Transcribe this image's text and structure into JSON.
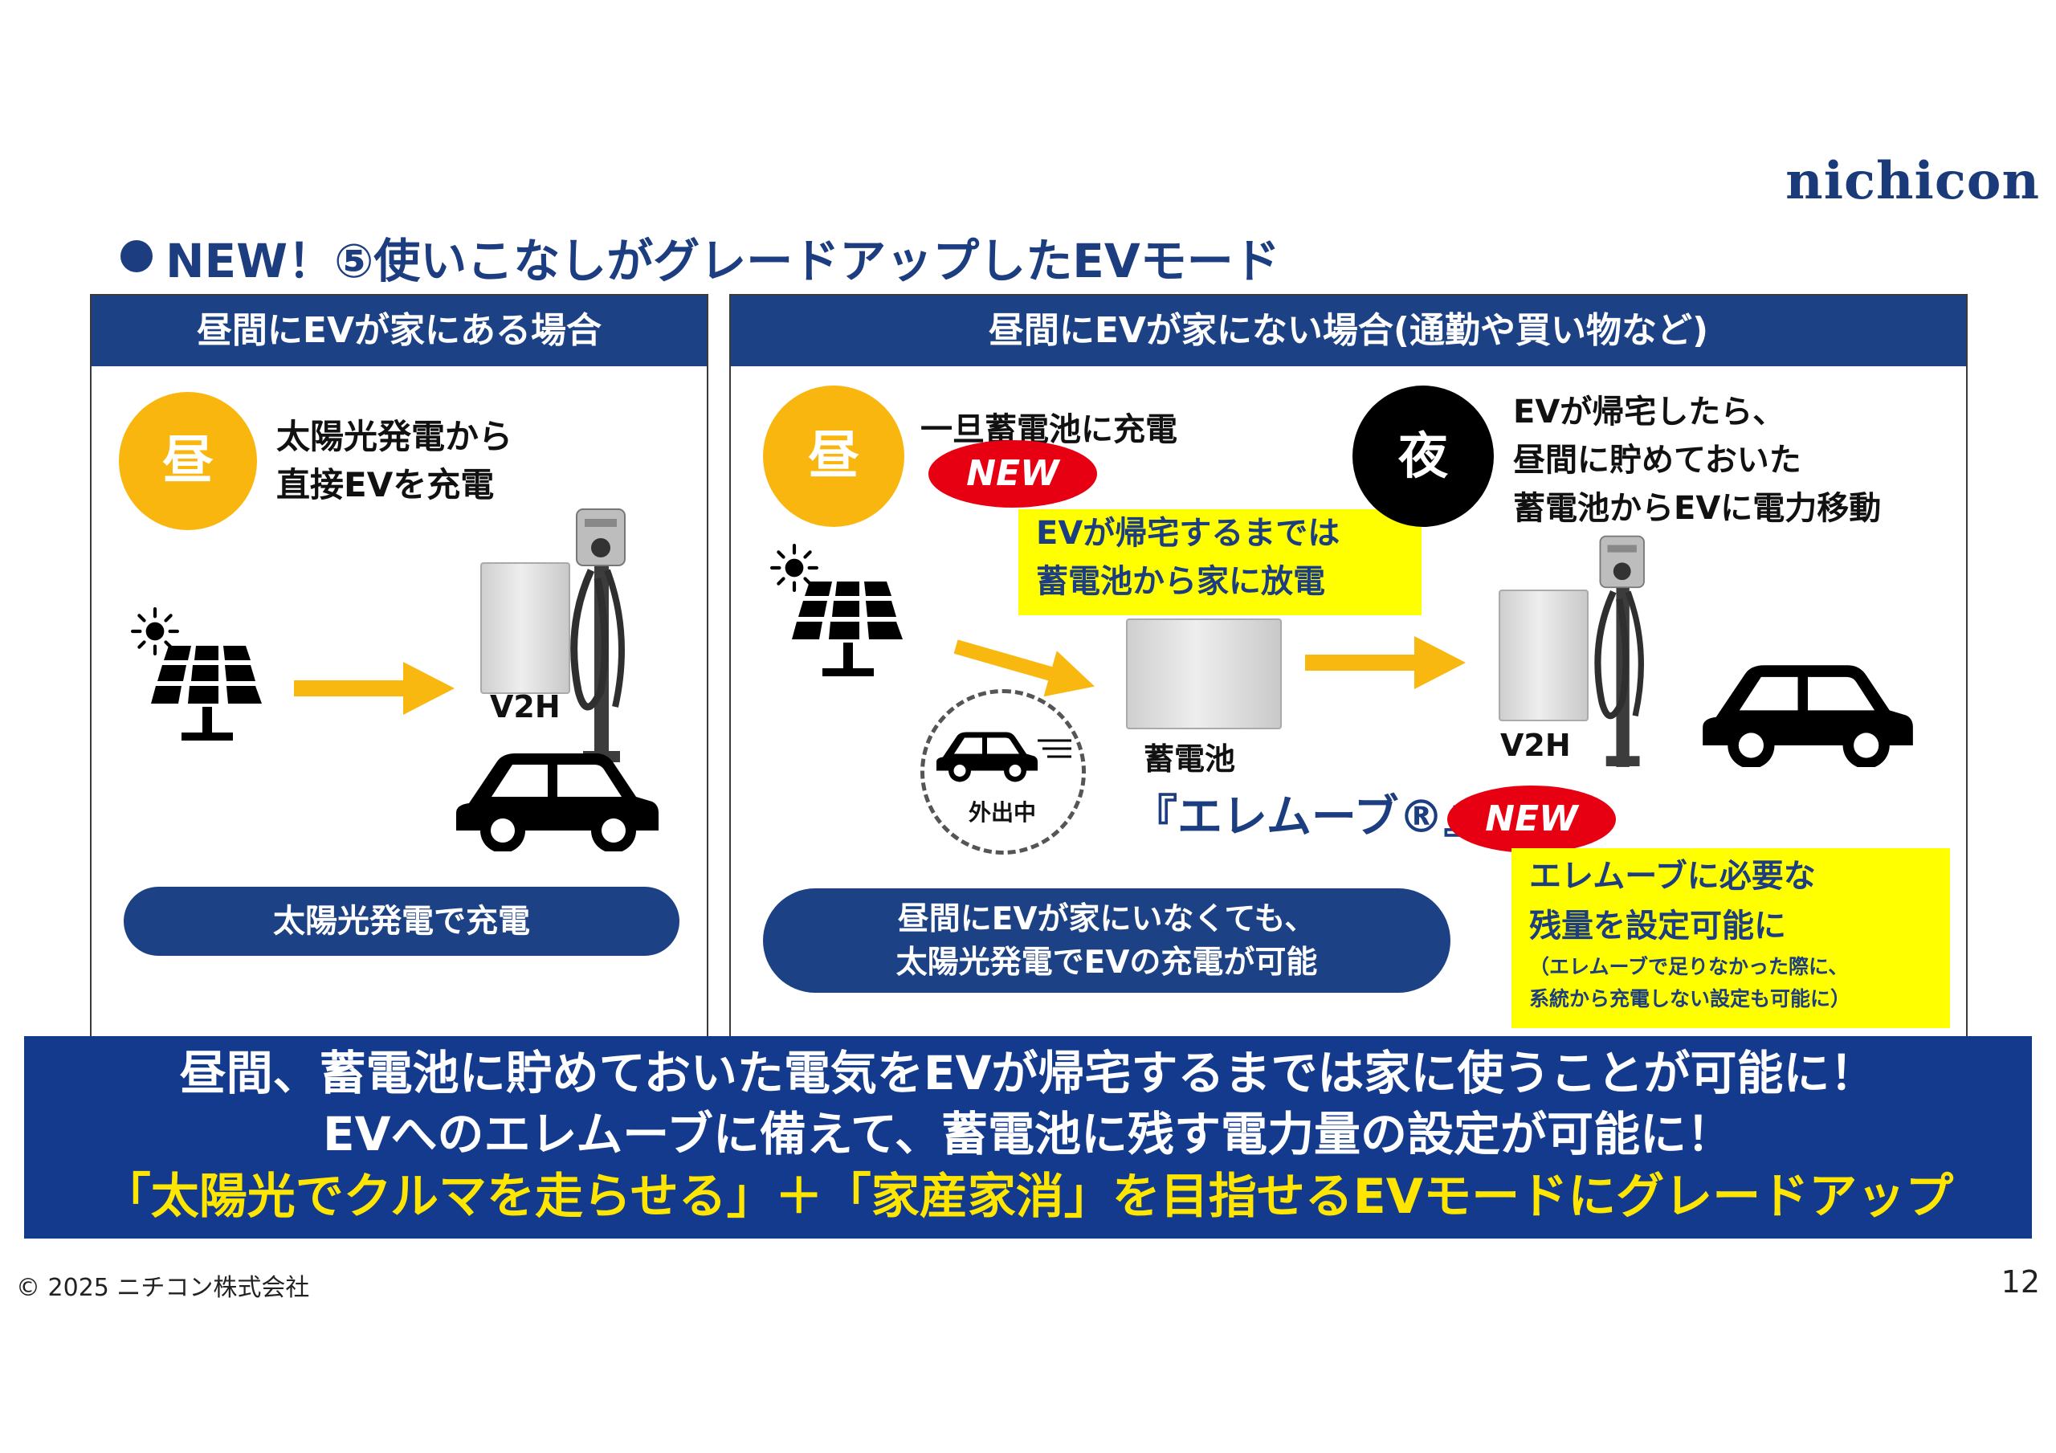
{
  "header": {
    "logo_text": "nichicon",
    "title": "NEW！⑤使いこなしがグレードアップしたEVモード"
  },
  "left_panel": {
    "heading": "昼間にEVが家にある場合",
    "time_badge": "昼",
    "desc_line1": "太陽光発電から",
    "desc_line2": "直接EVを充電",
    "v2h_label": "V2H",
    "pill": "太陽光発電で充電"
  },
  "right_panel": {
    "heading": "昼間にEVが家にない場合(通勤や買い物など)",
    "day_badge": "昼",
    "day_text": "一旦蓄電池に充電",
    "new_badge_1": "NEW",
    "yellow_1_line1": "EVが帰宅するまでは",
    "yellow_1_line2": "蓄電池から家に放電",
    "night_badge": "夜",
    "night_line1": "EVが帰宅したら、",
    "night_line2": "昼間に貯めておいた",
    "night_line3": "蓄電池からEVに電力移動",
    "away_label": "外出中",
    "battery_label": "蓄電池",
    "product_name": "『エレムーブ®』",
    "v2h_label": "V2H",
    "new_badge_2": "NEW",
    "yellow_2_line1": "エレムーブに必要な",
    "yellow_2_line2": "残量を設定可能に",
    "yellow_2_note1": "（エレムーブで足りなかった際に、",
    "yellow_2_note2": "系統から充電しない設定も可能に）",
    "pill_line1": "昼間にEVが家にいなくても、",
    "pill_line2": "太陽光発電でEVの充電が可能"
  },
  "banner": {
    "line1": "昼間、蓄電池に貯めておいた電気をEVが帰宅するまでは家に使うことが可能に！",
    "line2": "EVへのエレムーブに備えて、蓄電池に残す電力量の設定が可能に！",
    "line3": "「太陽光でクルマを走らせる」＋「家産家消」を目指せるEVモードにグレードアップ"
  },
  "footer": {
    "copyright": "© 2025 ニチコン株式会社",
    "page_number": "12"
  },
  "colors": {
    "navy": "#1c4184",
    "sun_yellow": "#f8b60e",
    "arrow_yellow": "#f9b80f",
    "new_red": "#e60012",
    "highlight_yellow": "#ffff00"
  },
  "icons": [
    "sun-icon",
    "solar-panel-icon",
    "arrow-right-icon",
    "car-icon",
    "v2h-charger-icon",
    "storage-battery-icon"
  ]
}
